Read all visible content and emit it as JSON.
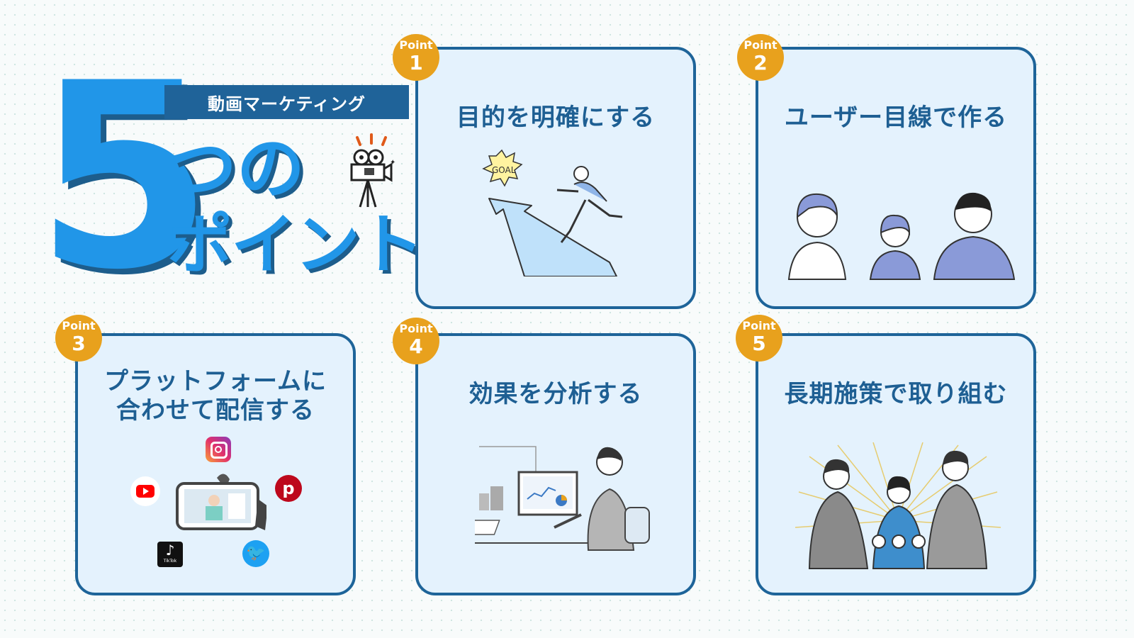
{
  "title": {
    "number": "5",
    "banner": "動画マーケティング",
    "line1": "つの",
    "line2": "ポイント"
  },
  "badge_word": "Point",
  "cards": [
    {
      "num": "1",
      "title": "目的を明確にする",
      "illus_text": "GOAL"
    },
    {
      "num": "2",
      "title": "ユーザー目線で作る"
    },
    {
      "num": "3",
      "title_line1": "プラットフォームに",
      "title_line2": "合わせて配信する",
      "tiktok": "TikTok"
    },
    {
      "num": "4",
      "title": "効果を分析する"
    },
    {
      "num": "5",
      "title": "長期施策で取り組む"
    }
  ],
  "colors": {
    "accent_blue": "#2196e8",
    "dark_blue": "#1e6499",
    "card_bg": "#e4f2fd",
    "badge_orange": "#e8a11d"
  },
  "icons": [
    "film-camera-icon",
    "instagram-icon",
    "youtube-icon",
    "pinterest-icon",
    "tiktok-icon",
    "twitter-icon"
  ]
}
